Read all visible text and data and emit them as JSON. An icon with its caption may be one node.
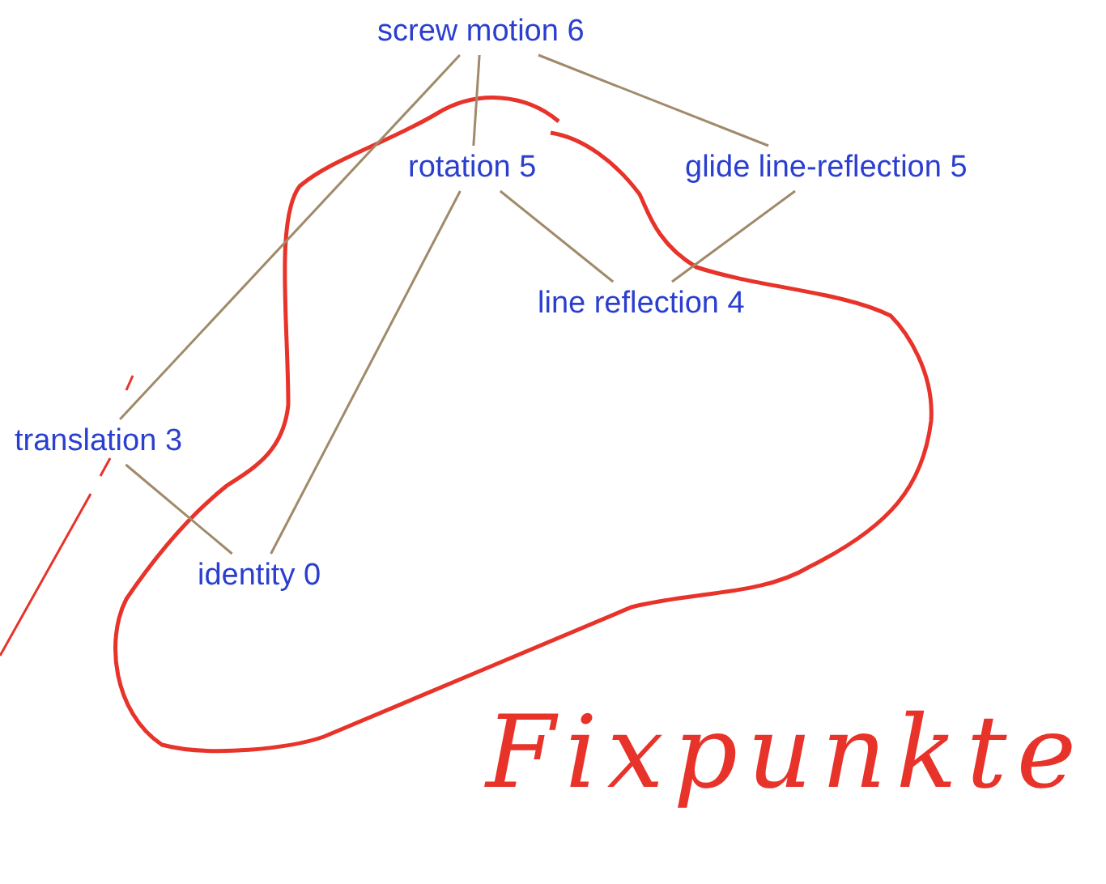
{
  "diagram": {
    "nodes": [
      {
        "text": [
          "screw motion 6"
        ]
      },
      {
        "text": [
          "rotation 5"
        ]
      },
      {
        "text": [
          "glide line-reflection 5"
        ]
      },
      {
        "text": [
          "line reflection 4"
        ]
      },
      {
        "text": [
          "translation 3"
        ]
      },
      {
        "text": [
          "identity 0"
        ]
      }
    ],
    "edges": [
      {
        "from": 0,
        "to": 1,
        "arrow": "none"
      },
      {
        "from": 0,
        "to": 2,
        "arrow": "none"
      },
      {
        "from": 0,
        "to": 4,
        "arrow": "none"
      },
      {
        "from": 1,
        "to": 3,
        "arrow": "none"
      },
      {
        "from": 1,
        "to": 5,
        "arrow": "none"
      },
      {
        "from": 2,
        "to": 3,
        "arrow": "none"
      },
      {
        "from": 4,
        "to": 5,
        "arrow": "none"
      }
    ],
    "labels": [
      "Fixpunkte"
    ]
  }
}
